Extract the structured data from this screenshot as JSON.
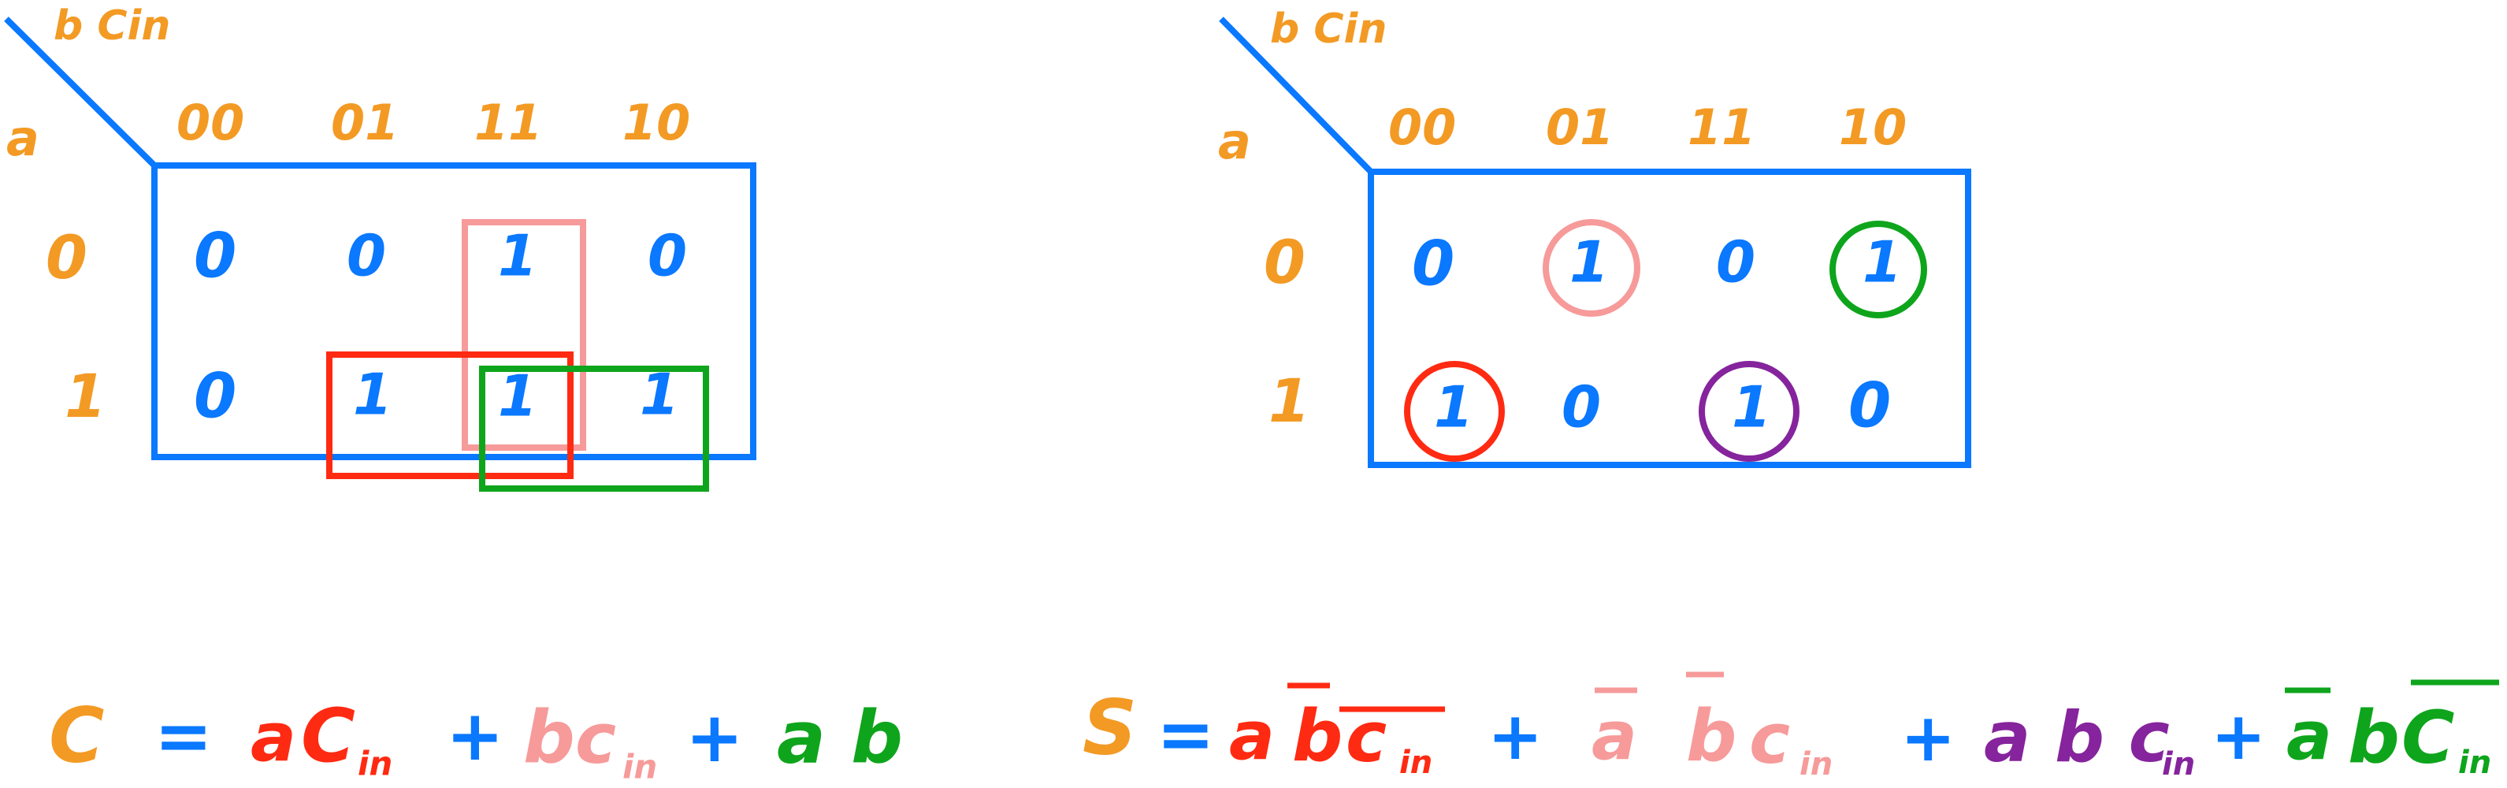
{
  "left_map": {
    "corner_label": "b Cin",
    "row_var_label": "a",
    "col_headers": [
      "00",
      "01",
      "11",
      "10"
    ],
    "row_headers": [
      "0",
      "1"
    ],
    "cells": [
      [
        "0",
        "0",
        "1",
        "0"
      ],
      [
        "0",
        "1",
        "1",
        "1"
      ]
    ]
  },
  "right_map": {
    "corner_label": "b Cin",
    "row_var_label": "a",
    "col_headers": [
      "00",
      "01",
      "11",
      "10"
    ],
    "row_headers": [
      "0",
      "1"
    ],
    "cells": [
      [
        "0",
        "1",
        "0",
        "1"
      ],
      [
        "1",
        "0",
        "1",
        "0"
      ]
    ]
  },
  "equation_c": {
    "lhs": "C",
    "eq": "=",
    "term1": "a",
    "term1b": "C",
    "term1sub": "in",
    "plus1": "+",
    "term2": "b",
    "term2b": "c",
    "term2sub": "in",
    "plus2": "+",
    "term3": "a b"
  },
  "equation_s": {
    "lhs": "S",
    "eq": "=",
    "term1a": "a",
    "term1b": "b",
    "term1c": "c",
    "term1sub": "in",
    "plus1": "+",
    "term2a": "a",
    "term2b": "b",
    "term2c": "c",
    "term2sub": "in",
    "plus2": "+",
    "term3": "a b c",
    "term3sub": "in",
    "plus3": "+",
    "term4a": "a",
    "term4b": "b",
    "term4c": "C",
    "term4sub": "in"
  },
  "colors": {
    "orange": "#f39a24",
    "blue": "#0a78ff",
    "red": "#ff2a12",
    "pink": "#f79a9a",
    "green": "#0ea51c",
    "purple": "#85249c"
  }
}
